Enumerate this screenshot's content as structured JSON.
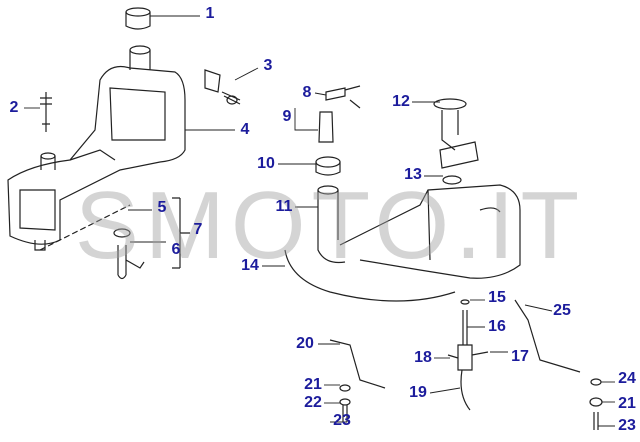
{
  "watermark": "SMOTO.IT",
  "colors": {
    "label": "#1c1c9c",
    "line": "#222222",
    "watermark": "#aaaaaa"
  },
  "labels": [
    "1",
    "2",
    "3",
    "4",
    "5",
    "6",
    "7",
    "8",
    "9",
    "10",
    "11",
    "12",
    "13",
    "14",
    "15",
    "16",
    "17",
    "18",
    "19",
    "20",
    "21",
    "22",
    "23",
    "24",
    "25",
    "21",
    "23"
  ]
}
